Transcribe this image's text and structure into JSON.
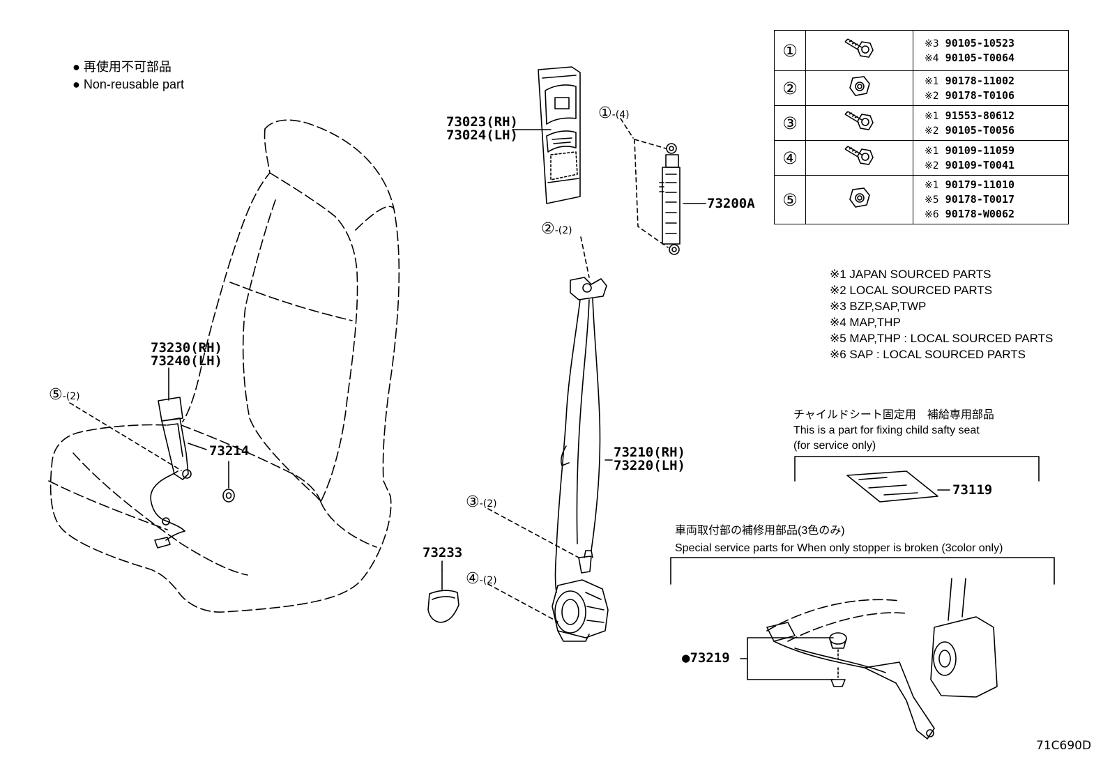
{
  "legend": {
    "jp": "再使用不可部品",
    "en": "Non-reusable part"
  },
  "fastener_table": [
    {
      "no": "①",
      "icon": "bolt-icon",
      "parts": [
        {
          "mark": "※3",
          "pn": "90105-10523"
        },
        {
          "mark": "※4",
          "pn": "90105-T0064"
        }
      ]
    },
    {
      "no": "②",
      "icon": "nut-icon",
      "parts": [
        {
          "mark": "※1",
          "pn": "90178-11002"
        },
        {
          "mark": "※2",
          "pn": "90178-T0106"
        }
      ]
    },
    {
      "no": "③",
      "icon": "bolt-icon",
      "parts": [
        {
          "mark": "※1",
          "pn": "91553-80612"
        },
        {
          "mark": "※2",
          "pn": "90105-T0056"
        }
      ]
    },
    {
      "no": "④",
      "icon": "bolt-icon",
      "parts": [
        {
          "mark": "※1",
          "pn": "90109-11059"
        },
        {
          "mark": "※2",
          "pn": "90109-T0041"
        }
      ]
    },
    {
      "no": "⑤",
      "icon": "nut-icon",
      "parts": [
        {
          "mark": "※1",
          "pn": "90179-11010"
        },
        {
          "mark": "※5",
          "pn": "90178-T0017"
        },
        {
          "mark": "※6",
          "pn": "90178-W0062"
        }
      ]
    }
  ],
  "footnotes": [
    "※1 JAPAN SOURCED PARTS",
    "※2 LOCAL SOURCED PARTS",
    "※3 BZP,SAP,TWP",
    "※4 MAP,THP",
    "※5 MAP,THP : LOCAL SOURCED PARTS",
    "※6 SAP : LOCAL SOURCED PARTS"
  ],
  "callouts": {
    "trim_rh": "73023(RH)",
    "trim_lh": "73024(LH)",
    "anchor": "73200A",
    "buckle_rh": "73230(RH)",
    "buckle_lh": "73240(LH)",
    "buckle_clip": "73214",
    "belt_rh": "73210(RH)",
    "belt_lh": "73220(LH)",
    "cover": "73233",
    "child_plate": "73119",
    "stopper": "73219"
  },
  "fastener_refs": [
    {
      "no": "①",
      "qty": "-(4)"
    },
    {
      "no": "②",
      "qty": "-(2)"
    },
    {
      "no": "③",
      "qty": "-(2)"
    },
    {
      "no": "④",
      "qty": "-(2)"
    },
    {
      "no": "⑤",
      "qty": "-(2)"
    }
  ],
  "child_seat_box": {
    "jp": "チャイルドシート固定用　補給専用部品",
    "en1": "This is a part for fixing child safty seat",
    "en2": "(for service only)"
  },
  "stopper_box": {
    "jp": "車両取付部の補修用部品(3色のみ)",
    "en": "Special service parts for When only stopper is broken (3color only)"
  },
  "drawing_code": "71C690D"
}
